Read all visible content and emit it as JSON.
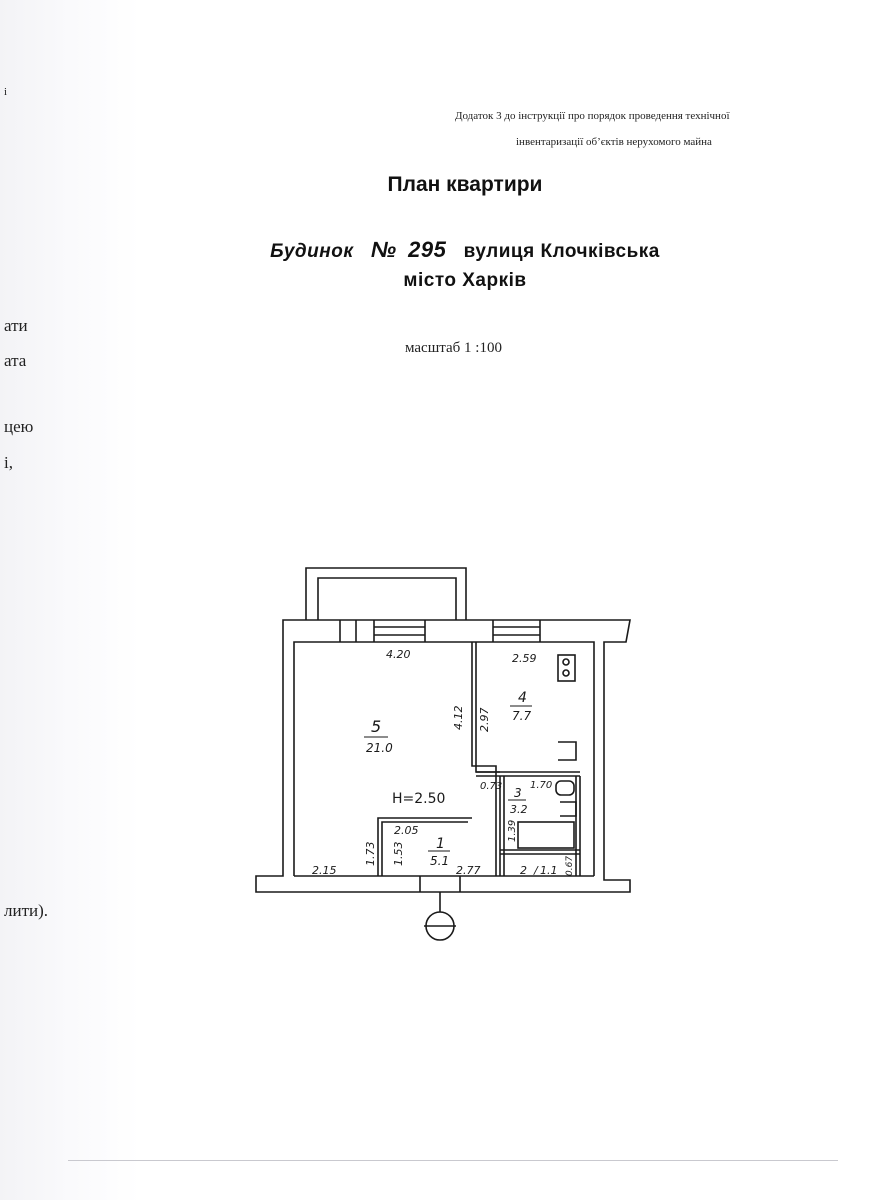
{
  "margin_fragments": [
    "і",
    "ати",
    "ата",
    "цею",
    "і,",
    "лити)."
  ],
  "appendix": {
    "line1": "Додаток 3 до інструкції про порядок проведення технічної",
    "line2": "інвентаризації об’єктів нерухомого майна"
  },
  "title": "План квартири",
  "address": {
    "house_label": "Будинок",
    "number_sign": "№",
    "house_number": "295",
    "street": "вулиця  Клочківська",
    "city": "місто  Харків"
  },
  "scale_text": "масштаб  1 :100",
  "plan": {
    "rooms": [
      {
        "number": "5",
        "area": "21.0"
      },
      {
        "number": "4",
        "area": "7.7"
      },
      {
        "number": "3",
        "area": "3.2"
      },
      {
        "number": "1",
        "area": "5.1"
      },
      {
        "number": "2",
        "area": "1.1"
      }
    ],
    "dimensions": [
      "4.20",
      "2.59",
      "4.12",
      "2.97",
      "0.73",
      "1.70",
      "2.05",
      "1.73",
      "1.53",
      "1.39",
      "2.15",
      "2.77",
      "0.67"
    ],
    "height_note": "H=2.50",
    "ink_color": "#1a1a1a",
    "annotation_color": "#4b55c8"
  }
}
